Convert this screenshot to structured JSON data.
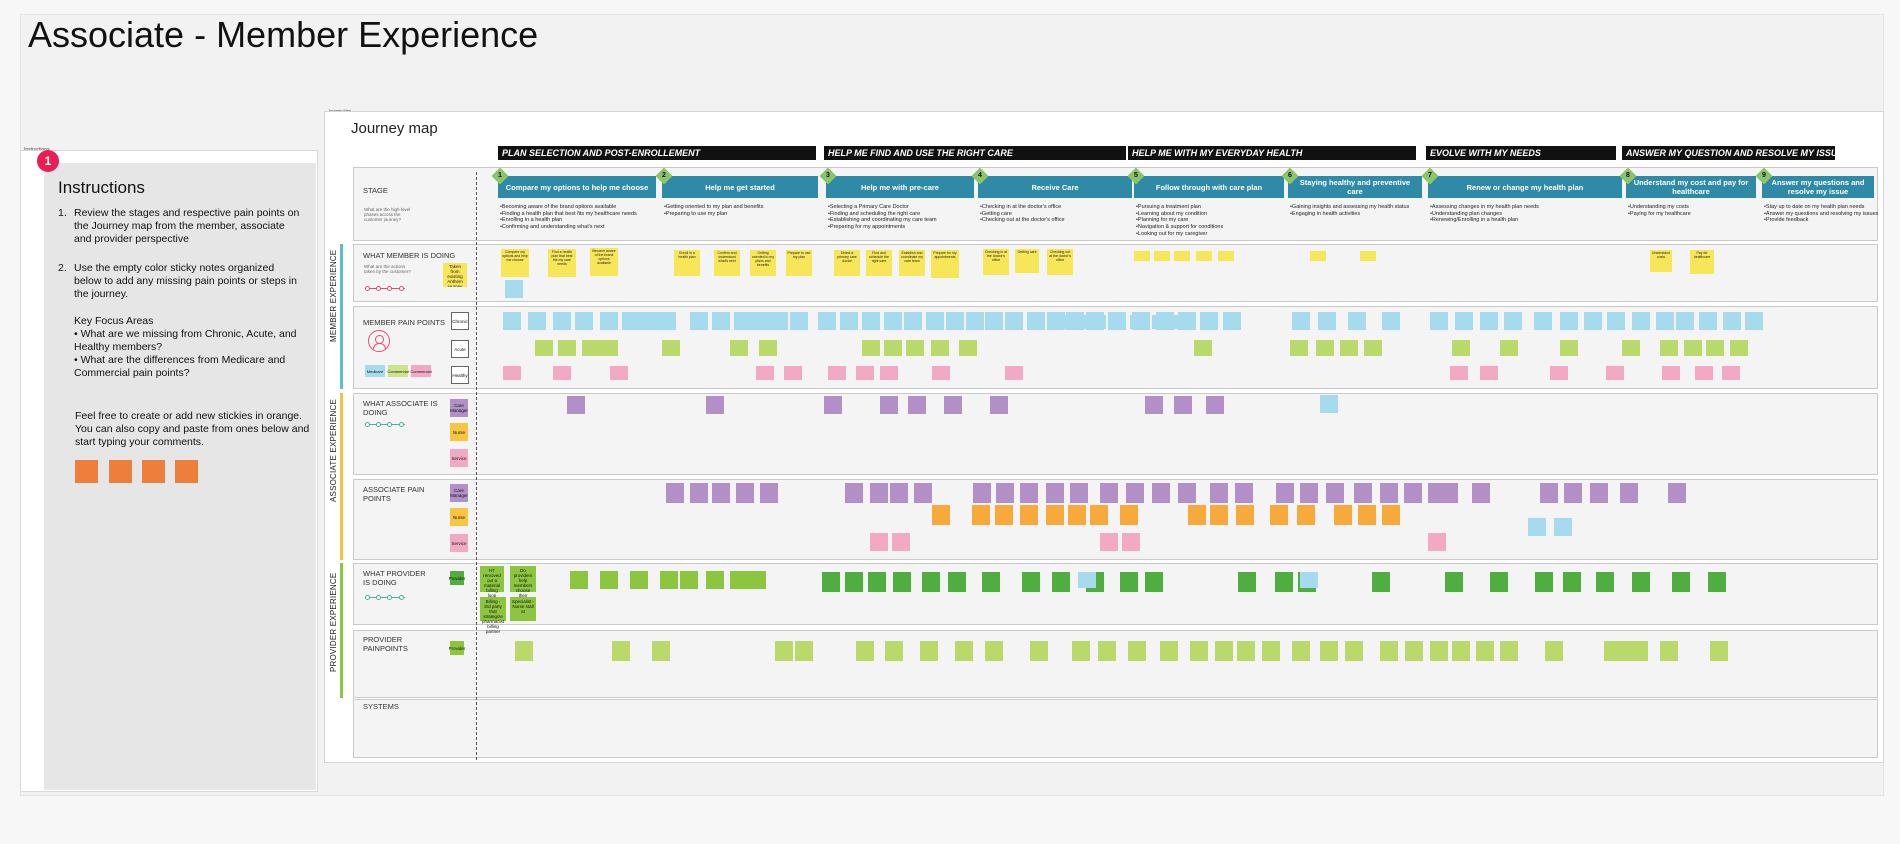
{
  "board_title": "Associate - Member Experience",
  "instructions": {
    "frame_label": "Instructions",
    "badge": "1",
    "title": "Instructions",
    "step1_num": "1.",
    "step1": "Review the stages and respective pain points on the Journey map from the member, associate and provider perspective",
    "step2_num": "2.",
    "step2": "Use the empty color sticky notes organized below to add any missing pain points or steps in the journey.",
    "focus_title": "Key Focus Areas",
    "focus_1": "• What are we missing from Chronic,  Acute, and Healthy members?",
    "focus_2": "• What are the differences from Medicare and Commercial pain points?",
    "feel_free": "Feel free to create or add new stickies in orange. You can also copy and paste from ones below and start typing your comments.",
    "orange_color": "#ee7e3c"
  },
  "journey": {
    "frame_label": "Journey Map",
    "title": "Journey map",
    "phases": [
      "PLAN SELECTION AND POST-ENROLLEMENT",
      "HELP ME FIND AND USE THE RIGHT CARE",
      "HELP ME WITH MY EVERYDAY HEALTH",
      "EVOLVE WITH MY NEEDS",
      "ANSWER MY QUESTION AND RESOLVE MY ISSUES"
    ],
    "stage_label": "STAGE",
    "stage_sub": "What are the high-level phases across the customer journey?",
    "stages": [
      {
        "num": "1",
        "label": "Compare my options to help me choose",
        "desc": [
          "•Becoming aware of the brand options available",
          "•Finding a health plan that best fits my healthcare needs",
          "•Enrolling in a health plan",
          "•Confirming and understanding what's next"
        ]
      },
      {
        "num": "2",
        "label": "Help me get started",
        "desc": [
          "•Getting oriented to my plan and benefits",
          "•Preparing to use my plan"
        ]
      },
      {
        "num": "3",
        "label": "Help me with pre-care",
        "desc": [
          "•Selecting a Primary Care Doctor",
          "•Finding and scheduling the right care",
          "•Establishing and coordinating my care team",
          "•Preparing for my appointments"
        ]
      },
      {
        "num": "4",
        "label": "Receive Care",
        "desc": [
          "•Checking in at the doctor's office",
          "•Getting care",
          "•Checking out at the doctor's office"
        ]
      },
      {
        "num": "5",
        "label": "Follow through with care plan",
        "desc": [
          "•Pursuing a treatment plan",
          "•Learning about my condition",
          "•Planning for my care",
          "•Navigation & support for conditions",
          "•Looking out for my caregiver"
        ]
      },
      {
        "num": "6",
        "label": "Staying healthy and preventive care",
        "desc": [
          "•Gaining insights and assessing my health status",
          "•Engaging in health activities"
        ]
      },
      {
        "num": "7",
        "label": "Renew or change my health plan",
        "desc": [
          "•Assessing changes in my health plan needs",
          "•Understanding plan changes",
          "•Renewing/Enrolling in a health plan"
        ]
      },
      {
        "num": "8",
        "label": "Understand my cost and pay for healthcare",
        "desc": [
          "•Understanding my costs",
          "•Paying for my healthcare"
        ]
      },
      {
        "num": "9",
        "label": "Answer my questions and resolve my issue",
        "desc": [
          "•Stay up to date on my health plan needs",
          "•Answer my questions and resolving my issues",
          "•Provide feedback"
        ]
      }
    ],
    "lanes": {
      "member_doing": "WHAT MEMBER IS DOING",
      "member_doing_sub": "What are the actions taken by the customer?",
      "member_pain": "MEMBER PAIN POINTS",
      "associate_doing": "WHAT ASSOCIATE IS DOING",
      "associate_pain": "ASSOCIATE PAIN POINTS",
      "provider_doing": "WHAT PROVIDER IS DOING",
      "provider_pain": "PROVIDER PAINPOINTS",
      "systems": "SYSTEMS"
    },
    "side_labels": {
      "member": "MEMBER EXPERIENCE",
      "associate": "ASSOCIATE EXPERIENCE",
      "provider": "PROVIDER EXPERIENCE"
    },
    "segments": [
      "Chronic",
      "Acute",
      "Healthy"
    ],
    "roles": [
      "Care Manager",
      "Nurse",
      "Service"
    ],
    "provider_role": "Provider",
    "legend": [
      "Medicare",
      "Commercial",
      "Commercial"
    ],
    "member_start_note": "Taken from existing Anthem journey",
    "member_doing_notes": [
      "Compare my options and help me choose",
      "Find a health plan that best fits my care needs",
      "Become aware of the brand options available",
      "Enroll in a health plan",
      "Confirm and understand what's next",
      "Getting oriented to my plans and benefits",
      "Prepare to use my plan",
      "Select a primary care doctor",
      "Find and schedule the right care",
      "Establish and coordinate my care team",
      "Prepare for my appointments",
      "Checking in at the doctor's office",
      "Getting care",
      "Checking out at the doctor's office",
      "Understand costs",
      "Pay for healthcare"
    ],
    "provider_notes": [
      "HT removed out a material billing loop phone",
      "Do providers help members choose their specialists?",
      "Billing - 3rd party that strategize pharmacist billing partner",
      "Specialist - Nurse stall at"
    ],
    "colors": {
      "stage_blue": "#2e8aa6",
      "member_bar": "#5bbcd6",
      "associate_bar": "#f3c43f",
      "provider_bar": "#8cc63f",
      "yellow": "#f7e657",
      "blue": "#a6dbee",
      "green": "#8cc63f",
      "dark_green": "#4fae3f",
      "purple": "#b28fc7",
      "orange": "#f7a93b",
      "pink": "#f2aac4",
      "badge_pink": "#e91e55"
    }
  }
}
